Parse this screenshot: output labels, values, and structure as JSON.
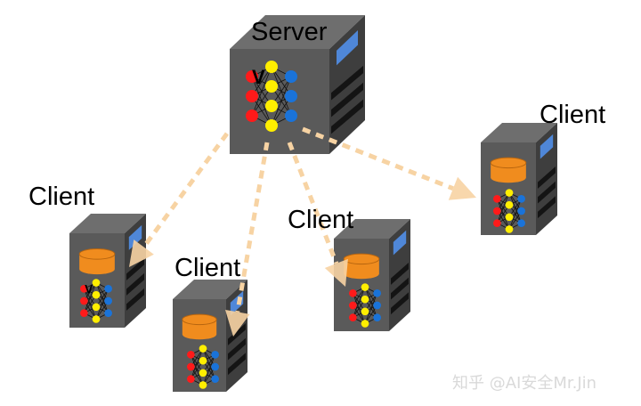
{
  "diagram": {
    "title": "Federated learning: server distributing model to clients",
    "server": {
      "label": "Server",
      "model_marker": "V"
    },
    "clients": [
      {
        "id": "client-1",
        "label": "Client",
        "model_marker": "V"
      },
      {
        "id": "client-2",
        "label": "Client",
        "model_marker": ""
      },
      {
        "id": "client-3",
        "label": "Client",
        "model_marker": ""
      },
      {
        "id": "client-4",
        "label": "Client",
        "model_marker": ""
      }
    ],
    "edges": [
      {
        "from": "server",
        "to": "client-1",
        "style": "dashed-arrow"
      },
      {
        "from": "server",
        "to": "client-2",
        "style": "dashed-arrow"
      },
      {
        "from": "server",
        "to": "client-3",
        "style": "dashed-arrow"
      },
      {
        "from": "server",
        "to": "client-4",
        "style": "dashed-arrow"
      }
    ],
    "colors": {
      "server_front": "#5a5a5a",
      "server_side": "#3e3e3e",
      "server_top": "#6e6e6e",
      "display_blue": "#4f87d8",
      "database_orange": "#f08c1e",
      "input_node": "#ff1a1a",
      "hidden_node": "#ffee00",
      "output_node": "#1a73d9",
      "arrow": "#f7d3a3"
    }
  },
  "watermark": "知乎 @AI安全Mr.Jin"
}
